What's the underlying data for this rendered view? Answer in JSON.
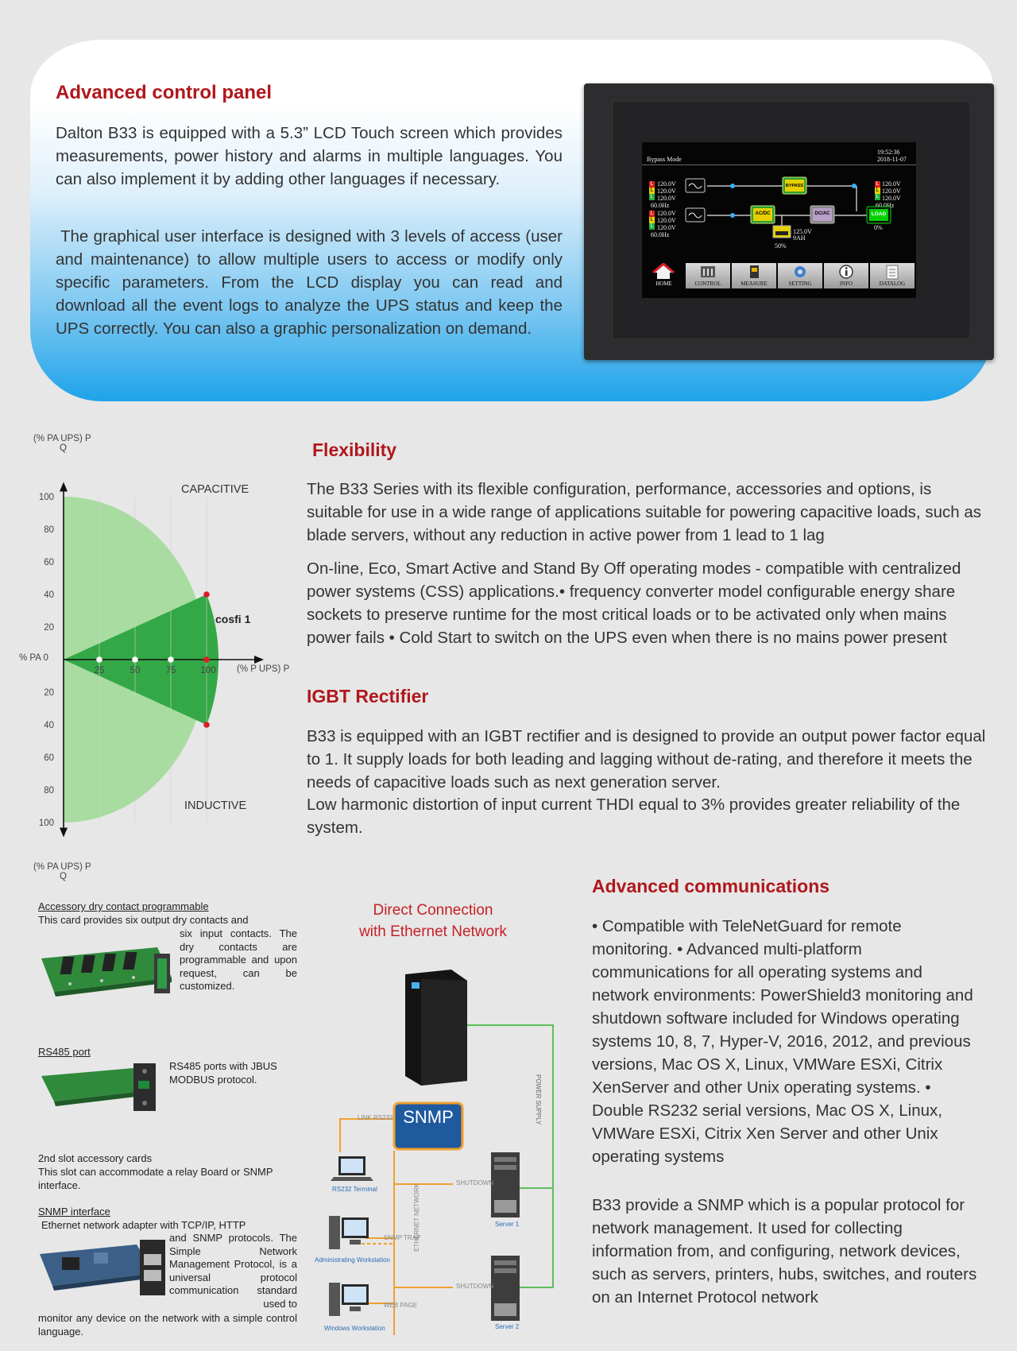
{
  "control_panel": {
    "title": "Advanced control panel",
    "para1": "Dalton B33 is equipped with a 5.3” LCD Touch screen which provides measurements, power history and alarms in multiple languages. You can also implement it by adding other languages if necessary.",
    "para2": "The graphical user interface is designed with 3 levels of access (user and maintenance) to allow multiple users to access or modify only specific parameters.  From the LCD display you can read and download all the event logs to analyze the UPS status and keep the UPS correctly. You can also a graphic personalization on demand.",
    "lcd": {
      "mode": "Bypass Mode",
      "time": "19:52:36",
      "date": "2018-11-07",
      "input1": [
        "120.0V",
        "120.0V",
        "120.0V",
        "60.0Hz"
      ],
      "input2": [
        "120.0V",
        "120.0V",
        "120.0V",
        "60.0Hz"
      ],
      "output": [
        "120.0V",
        "120.0V",
        "120.0V",
        "60.0Hz"
      ],
      "phase_letters": [
        "L",
        "L",
        "L"
      ],
      "bypass_label": "BYPASS",
      "acdc_label": "AC/DC",
      "dcac_label": "DC/AC",
      "load_label": "LOAD",
      "load_pct": "0%",
      "battery_v": "125.0V",
      "battery_ah": "9AH",
      "battery_pct": "50%",
      "menu": [
        "HOME",
        "CONTROL",
        "MEASURE",
        "SETTING",
        "INFO",
        "DATALOG"
      ]
    }
  },
  "chart_data": {
    "type": "area",
    "title": "",
    "ylabel_top": "(% PA UPS) P",
    "ylabel_top_sub": "Q",
    "ylabel_bottom": "(% PA UPS) P",
    "ylabel_bottom_sub": "Q",
    "xlabel": "(% P UPS) P",
    "origin_label": "% PA  0",
    "x_ticks": [
      25,
      50,
      75,
      100
    ],
    "y_ticks_up": [
      20,
      40,
      60,
      80,
      100
    ],
    "y_ticks_down": [
      20,
      40,
      60,
      80,
      100
    ],
    "xlim": [
      0,
      140
    ],
    "ylim": [
      -110,
      110
    ],
    "capability_radius": 100,
    "cosfi1_triangle": [
      [
        0,
        0
      ],
      [
        100,
        40
      ],
      [
        100,
        -40
      ]
    ],
    "points": [
      [
        25,
        0
      ],
      [
        50,
        0
      ],
      [
        75,
        0
      ],
      [
        100,
        0
      ],
      [
        100,
        40
      ],
      [
        100,
        -40
      ]
    ],
    "region_labels": {
      "capacitive": "CAPACITIVE",
      "inductive": "INDUCTIVE",
      "cosfi": "cosfi 1"
    },
    "colors": {
      "outer": "#a8dca0",
      "inner": "#34a846",
      "marker": "#d91e24"
    }
  },
  "flexibility": {
    "title": "Flexibility",
    "para1": "The B33 Series with its flexible configuration, performance, accessories and options, is suitable for use in a wide range of applications  suitable for  powering capacitive loads, such as blade servers, without any reduction in active power from 1 lead to 1 lag",
    "para2": "On-line, Eco, Smart Active and Stand By Off operating modes - compatible with centralized power systems (CSS) applications.• frequency converter model configurable energy share sockets to preserve runtime for the most critical loads or to be activated  only when mains power fails • Cold Start to switch on the UPS even when there is no mains power present"
  },
  "igbt": {
    "title": "IGBT Rectifier",
    "para1": "B33 is equipped with an IGBT rectifier and is designed to provide an output power factor equal to 1. It supply loads for both leading and lagging without de-rating, and  therefore it meets the needs of capacitive loads such as next generation server.",
    "para2": "Low harmonic distortion of input current THDI equal to 3% provides greater reliability of the system."
  },
  "cards": {
    "dry_title": "Accessory dry contact programmable",
    "dry_l1": "This card provides six output dry contacts and",
    "dry_rest": "six input contacts. The dry contacts are programmable and upon request, can be customized.",
    "rs485_title": "RS485 port",
    "rs485_body": "RS485 ports with JBUS MODBUS protocol.",
    "slot_title": "2nd slot accessory cards",
    "slot_body": "This slot can accommodate a relay Board or SNMP interface.",
    "snmp_title": "SNMP interface",
    "snmp_l1": "Ethernet network adapter with TCP/IP, HTTP",
    "snmp_rest": "and SNMP protocols. The Simple Network Management Protocol, is a universal protocol communication standard used to",
    "snmp_tail": "monitor any device on the network with a simple control language."
  },
  "diagram": {
    "title_l1": "Direct Connection",
    "title_l2": "with Ethernet Network",
    "snmp": "SNMP",
    "power_supply": "POWER SUPPLY",
    "link_rs232": "LINK RS232",
    "ethernet_network": "ETHERNET NETWORK",
    "shutdown1": "SHUTDOWN",
    "shutdown2": "SHUTDOWN",
    "snmp_trap": "SNMP TRAP",
    "web_page": "WEB PAGE",
    "rs232_terminal": "RS232 Terminal",
    "admin_ws": "Administrating Workstation",
    "windows_ws": "Windows Workstation",
    "server1": "Server 1",
    "server2": "Server 2"
  },
  "comms": {
    "title": "Advanced communications",
    "para1": "• Compatible with TeleNetGuard for remote monitoring. • Advanced multi-platform communications for all operating systems and network environments: PowerShield3 monitoring and shutdown software included for Windows operating systems 10, 8, 7, Hyper-V, 2016, 2012, and previous versions, Mac OS X, Linux, VMWare ESXi, Citrix XenServer and other Unix operating systems. • Double RS232 serial versions, Mac OS X, Linux, VMWare ESXi, Citrix Xen Server and other Unix operating systems",
    "para2": "B33 provide a SNMP which is a popular protocol for network management. It used for collecting information from, and configuring, network devices, such as servers, printers, hubs, switches, and routers on an Internet Protocol network"
  }
}
